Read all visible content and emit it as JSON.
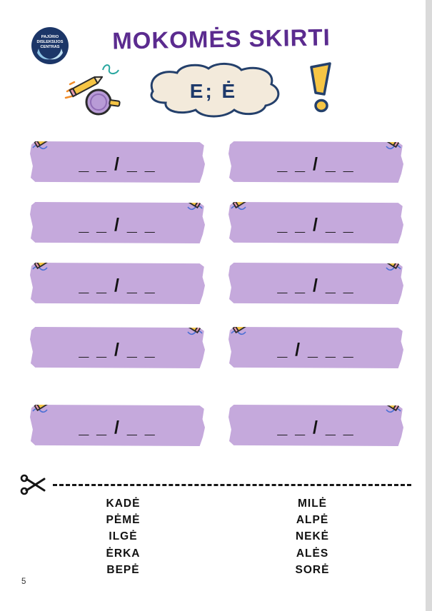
{
  "header": {
    "title": "MOKOMĖS SKIRTI",
    "badge_text": "E; Ė"
  },
  "logo": {
    "line1": "PAJŪRIO",
    "line2": "DISLEKSIJOS",
    "line3": "CENTRAS"
  },
  "boxes": [
    {
      "pattern": "_ _ / _ _",
      "pencil": "top-left"
    },
    {
      "pattern": "_ _ / _ _",
      "pencil": "top-right"
    },
    {
      "pattern": "_ _ / _ _",
      "pencil": "top-right"
    },
    {
      "pattern": "_ _ / _ _",
      "pencil": "top-left"
    },
    {
      "pattern": "_ _ / _ _",
      "pencil": "top-left"
    },
    {
      "pattern": "_ _ / _ _",
      "pencil": "top-right"
    },
    {
      "pattern": "_ _ / _ _",
      "pencil": "top-right"
    },
    {
      "pattern": "_ / _ _ _",
      "pencil": "top-left"
    },
    {
      "pattern": "_ _ / _ _",
      "pencil": "top-left"
    },
    {
      "pattern": "_ _ / _ _",
      "pencil": "top-right"
    }
  ],
  "words": {
    "left": [
      "KADĖ",
      "PĖMĖ",
      "ILGĖ",
      "ĖRKA",
      "BEPĖ"
    ],
    "right": [
      "MILĖ",
      "ALPĖ",
      "NEKĖ",
      "ALĖS",
      "SORĖ"
    ]
  },
  "page_number": "5",
  "colors": {
    "title_purple": "#5b2b8f",
    "tape_purple": "#c5a9dc",
    "navy": "#1e3a6b",
    "cream": "#f3eadb",
    "yellow": "#f6c544"
  }
}
